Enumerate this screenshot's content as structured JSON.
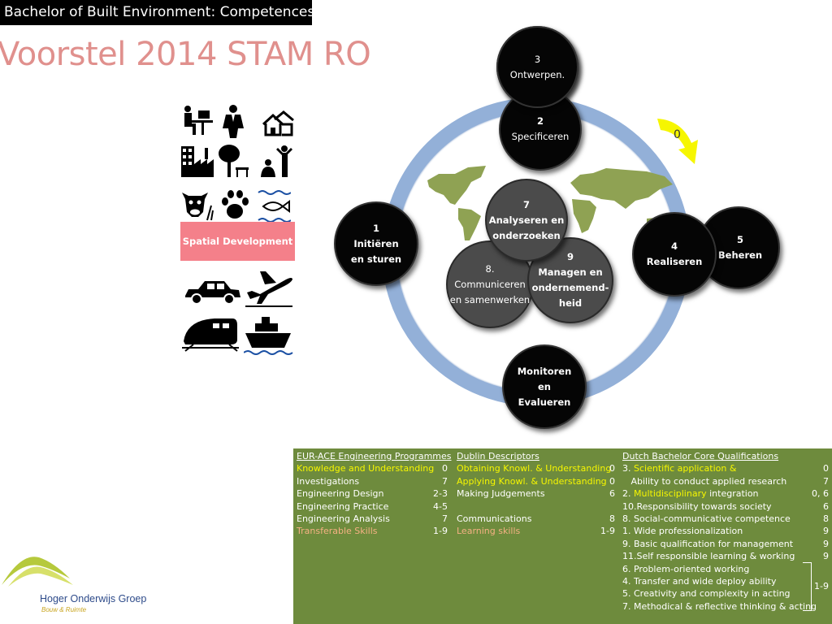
{
  "header": {
    "title": "Bachelor of Built Environment: Competences"
  },
  "slide": {
    "title": "Voorstel 2014 STAM RO"
  },
  "icons": [
    "person-at-computer-icon",
    "person-in-suit-icon",
    "houses-icon",
    "factory-icon",
    "trees-and-bench-icon",
    "family-icon",
    "cow-icon",
    "paw-print-icon",
    "fish-and-water-icon",
    "car-icon",
    "airplane-icon",
    "train-icon",
    "boat-icon"
  ],
  "spatial": {
    "label": "Spatial Development"
  },
  "diagram": {
    "nodes": {
      "n3": {
        "num": "3",
        "label": "Ontwerpen."
      },
      "n2": {
        "num": "2",
        "label": "Specificeren"
      },
      "n1": {
        "num": "1",
        "line1": "Initiëren",
        "line2": "en sturen"
      },
      "n4": {
        "num": "4",
        "label": "Realiseren"
      },
      "n5": {
        "num": "5",
        "label": "Beheren"
      },
      "n7": {
        "num": "7",
        "line1": "Analyseren en",
        "line2": "onderzoeken"
      },
      "n8": {
        "num": "8.",
        "line1": "Communiceren",
        "line2": "en samenwerken"
      },
      "n9": {
        "num": "9",
        "line1": "Managen en",
        "line2": "ondernemend-",
        "line3": "heid"
      },
      "n6": {
        "line1": "Monitoren",
        "line2": "en",
        "line3": "Evalueren"
      }
    },
    "arrow_label": "0",
    "colors": {
      "ring": "#93b0d8",
      "continents": "#8fa253",
      "arrow": "#f6f600",
      "node": "#050505",
      "node_grey": "#4b4b4b"
    }
  },
  "table": {
    "eur": {
      "header": "EUR-ACE Engineering Programmes",
      "rows": [
        {
          "label": "Knowledge and Understanding",
          "value": "0",
          "color": "yellow"
        },
        {
          "label": "Investigations",
          "value": "7",
          "color": "white"
        },
        {
          "label": "Engineering Design",
          "value": "2-3",
          "color": "white"
        },
        {
          "label": "Engineering Practice",
          "value": "4-5",
          "color": "white"
        },
        {
          "label": "Engineering Analysis",
          "value": "7",
          "color": "white"
        },
        {
          "label": "Transferable Skills",
          "value": "1-9",
          "color": "orange"
        }
      ]
    },
    "dublin": {
      "header": "Dublin Descriptors",
      "rows": [
        {
          "label": "Obtaining Knowl. & Understanding",
          "value": "0",
          "color": "yellow"
        },
        {
          "label": "Applying Knowl. & Understanding",
          "value": "0",
          "color": "yellow"
        },
        {
          "label": "Making Judgements",
          "value": "6",
          "color": "white"
        },
        {
          "label": "",
          "value": "",
          "color": "white"
        },
        {
          "label": "Communications",
          "value": "8",
          "color": "white"
        },
        {
          "label": "Learning skills",
          "value": "1-9",
          "color": "orange"
        }
      ]
    },
    "dutch": {
      "header": "Dutch Bachelor Core Qualifications",
      "rows": [
        {
          "prefix": "3. ",
          "highlight": "Scientific application &",
          "rest": "",
          "value": "0"
        },
        {
          "prefix": "   Ability to conduct applied research",
          "highlight": "",
          "rest": "",
          "value": "7"
        },
        {
          "prefix": "2. ",
          "highlight": "Multidisciplinary",
          "rest": " integration",
          "value": "0, 6"
        },
        {
          "prefix": "10.Responsibility towards society",
          "highlight": "",
          "rest": "",
          "value": "6"
        },
        {
          "prefix": "8. Social-communicative competence",
          "highlight": "",
          "rest": "",
          "value": "8"
        },
        {
          "prefix": "1. Wide professionalization",
          "highlight": "",
          "rest": "",
          "value": "9"
        },
        {
          "prefix": "9. Basic qualification for management",
          "highlight": "",
          "rest": "",
          "value": "9"
        },
        {
          "prefix": "11.Self responsible learning & working",
          "highlight": "",
          "rest": "",
          "value": "9"
        },
        {
          "prefix": "6. Problem-oriented working",
          "highlight": "",
          "rest": "",
          "value": ""
        },
        {
          "prefix": "4. Transfer and wide deploy ability",
          "highlight": "",
          "rest": "",
          "value": ""
        },
        {
          "prefix": "5. Creativity and complexity in acting",
          "highlight": "",
          "rest": "",
          "value": ""
        },
        {
          "prefix": "7. Methodical & reflective thinking & acting",
          "highlight": "",
          "rest": "",
          "value": ""
        }
      ],
      "bracket_value": "1-9"
    },
    "colors": {
      "panel": "#6e8b3d",
      "yellow": "#f6f600",
      "orange": "#f4b183"
    }
  },
  "logo": {
    "name": "Hoger Onderwijs Groep",
    "sub": "Bouw & Ruimte"
  }
}
